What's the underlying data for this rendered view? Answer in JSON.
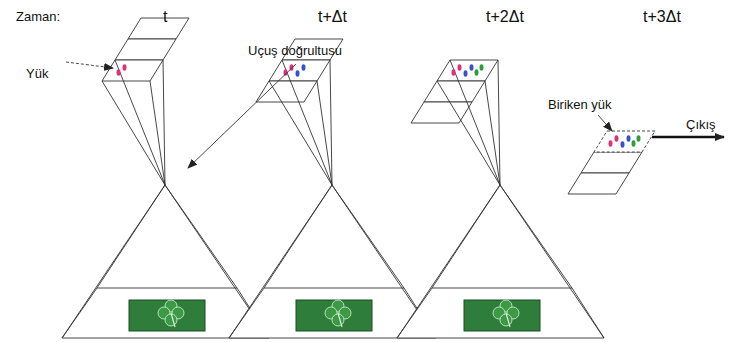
{
  "diagram": {
    "labels": [
      "Zaman:",
      "t",
      "t+Δt",
      "t+2Δt",
      "t+3Δt",
      "Uçuş doğrultusu",
      "Yük",
      "Biriken yük",
      "Çıkış"
    ]
  }
}
